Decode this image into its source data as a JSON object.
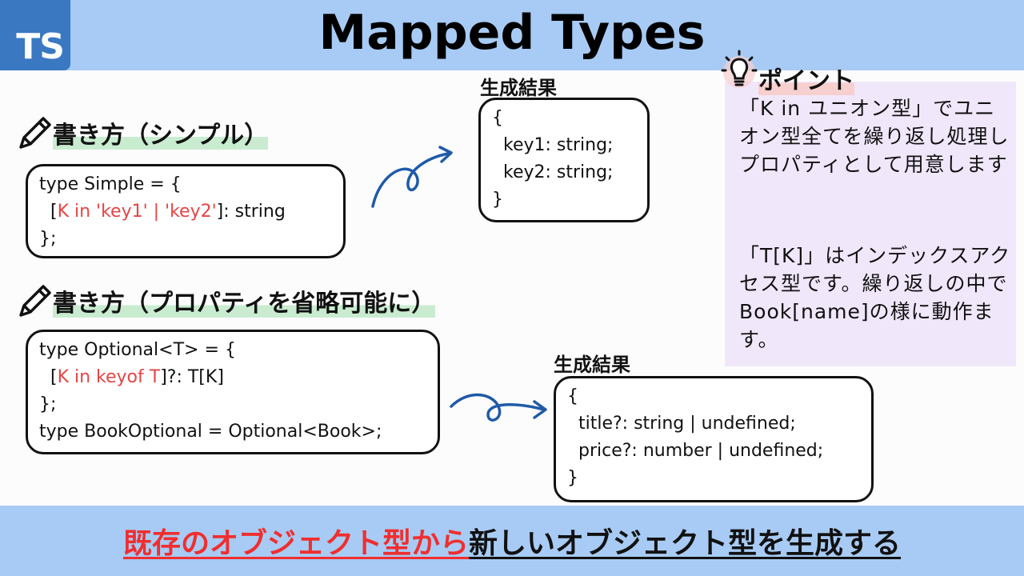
{
  "header": {
    "logo_text": "TS",
    "title": "Mapped Types"
  },
  "section_simple": {
    "heading": "書き方（シンプル）",
    "code": {
      "line1": "type Simple = {",
      "line2_indent": "  [",
      "line2_red": "K in 'key1' | 'key2'",
      "line2_rest": "]: string",
      "line3": "};"
    },
    "result_label": "生成結果",
    "result": {
      "line1": "{",
      "line2": "  key1: string;",
      "line3": "  key2: string;",
      "line4": "}"
    }
  },
  "section_optional": {
    "heading": "書き方（プロパティを省略可能に）",
    "code": {
      "line1": "type Optional<T> = {",
      "line2_indent": "  [",
      "line2_red": "K in keyof T",
      "line2_rest": "]?: T[K]",
      "line3": "};",
      "line4": "type BookOptional = Optional<Book>;"
    },
    "result_label": "生成結果",
    "result": {
      "line1": "{",
      "line2": "  title?: string | undefined;",
      "line3": "  price?: number | undefined;",
      "line4": "}"
    }
  },
  "point": {
    "title": "ポイント",
    "para1": "「K in ユニオン型」でユニオン型全てを繰り返し処理しプロパティとして用意します",
    "para2": "「T[K]」はインデックスアクセス型です。繰り返しの中でBook[name]の様に動作ます。"
  },
  "footer": {
    "red_part": "既存のオブジェクト型から",
    "black_part": "新しいオブジェクト型を生成する"
  },
  "colors": {
    "header_bg": "#a7cbf4",
    "logo_bg": "#3a78c2",
    "code_red": "#e64545",
    "arrow_blue": "#1f5aa8",
    "point_bg": "#f1e7fb",
    "heading_highlight": "#c9ecd0"
  },
  "icons": {
    "heading": "pencil-icon",
    "point": "lightbulb-icon",
    "flow": "curly-arrow-icon"
  }
}
